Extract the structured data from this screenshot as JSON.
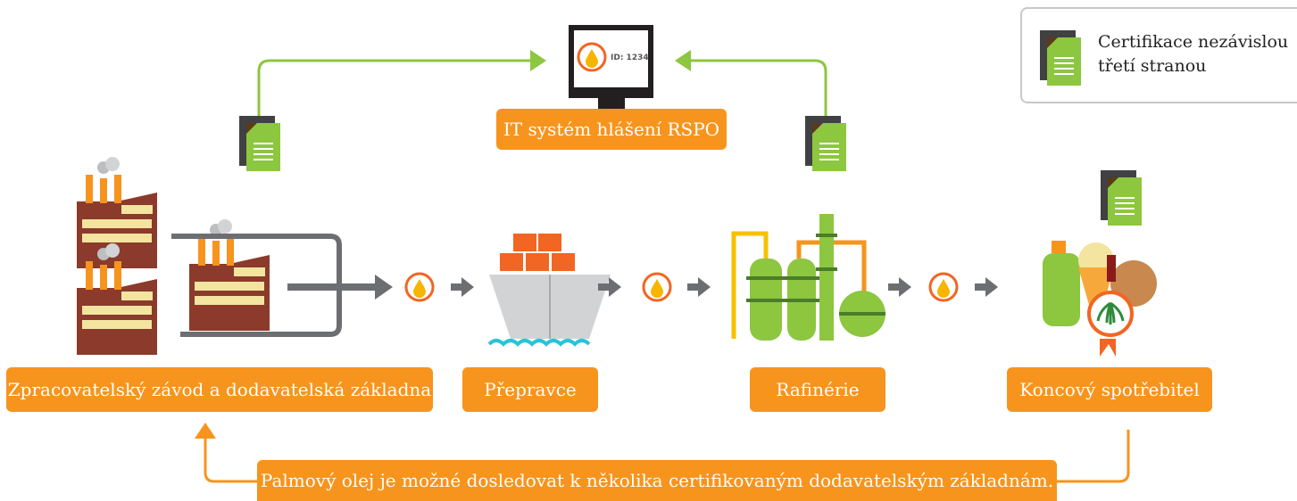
{
  "legend": {
    "text": "Certifikace nezávislou třetí stranou",
    "icon": "document-icon"
  },
  "it_system": {
    "label": "IT systém hlášení RSPO",
    "id_text": "ID: 1234"
  },
  "stages": [
    {
      "label": "Zpracovatelský závod a dodavatelská základna",
      "icon": "factory-icon"
    },
    {
      "label": "Přepravce",
      "icon": "ship-icon"
    },
    {
      "label": "Rafinérie",
      "icon": "refinery-icon"
    },
    {
      "label": "Koncový spotřebitel",
      "icon": "consumer-products-icon"
    }
  ],
  "footer": {
    "label": "Palmový olej je možné dosledovat k několika certifikovaným dodavatelským základnám."
  },
  "colors": {
    "orange": "#f7941d",
    "green": "#8dc63f",
    "gray": "#6d6e71",
    "brown": "#8b3a2b",
    "cream": "#f3e5a0"
  }
}
